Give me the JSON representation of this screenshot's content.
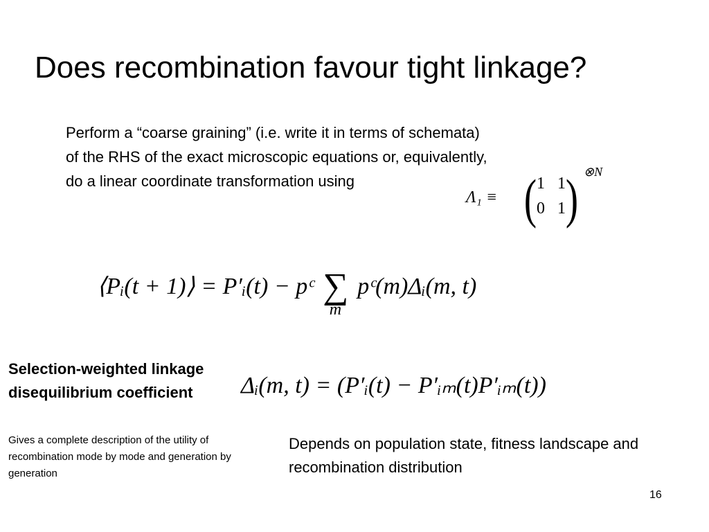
{
  "slide": {
    "title": "Does recombination favour tight linkage?",
    "intro_lines": [
      "Perform a “coarse graining” (i.e. write it in terms of schemata)",
      "of the RHS of the exact microscopic equations or, equivalently,",
      "do a linear coordinate transformation using"
    ],
    "lambda_matrix": {
      "lhs": "Λ₁ ≡",
      "row1": "1 1",
      "row2": "0 1",
      "power": "⊗N"
    },
    "equation1": {
      "lhs": "⟨Pᵢ(t + 1)⟩ = P′ᵢ(t) − pᶜ",
      "sum_symbol": "∑",
      "sum_index": "m",
      "rhs": "pᶜ(m)Δᵢ(m, t)"
    },
    "equation2": {
      "text": "Δᵢ(m, t) = (P′ᵢ(t) − P′ᵢₘ(t)P′ᵢₘ(t))"
    },
    "selection_title": "Selection-weighted linkage disequilibrium coefficient",
    "selection_description": "Gives a complete description of the utility of recombination mode by mode and generation by generation",
    "depends_text": "Depends on population state, fitness landscape and recombination distribution",
    "page_number": "16"
  }
}
